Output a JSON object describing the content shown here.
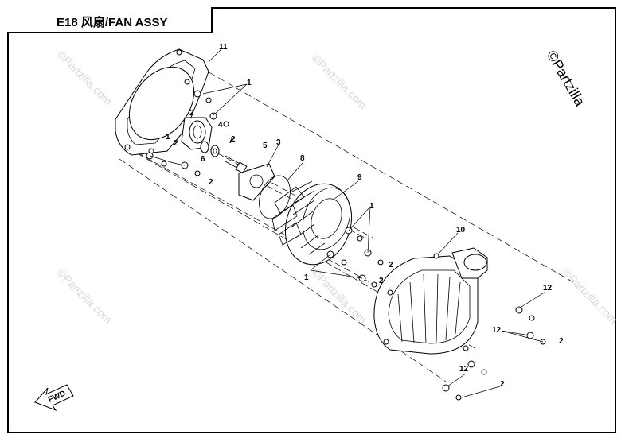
{
  "header": {
    "title": "E18  风扇/FAN ASSY"
  },
  "watermark": {
    "text": "©Partzilla.com"
  },
  "copyright": {
    "text": "©Partzilla"
  },
  "fwd_badge": {
    "text": "FWD",
    "icon": "fwd-arrow-icon"
  },
  "callouts": {
    "c11": "11",
    "c1a": "1",
    "c2a": "2",
    "c4": "4",
    "c2b": "2",
    "c7": "7",
    "c2c": "2",
    "c1b": "1",
    "c6": "6",
    "c2d": "2",
    "c5": "5",
    "c3": "3",
    "c8": "8",
    "c9": "9",
    "c1c": "1",
    "c2e": "2",
    "c1d": "1",
    "c2f": "2",
    "c10": "10",
    "c12a": "12",
    "c12b": "12",
    "c2g": "2",
    "c12c": "12",
    "c2h": "2"
  }
}
